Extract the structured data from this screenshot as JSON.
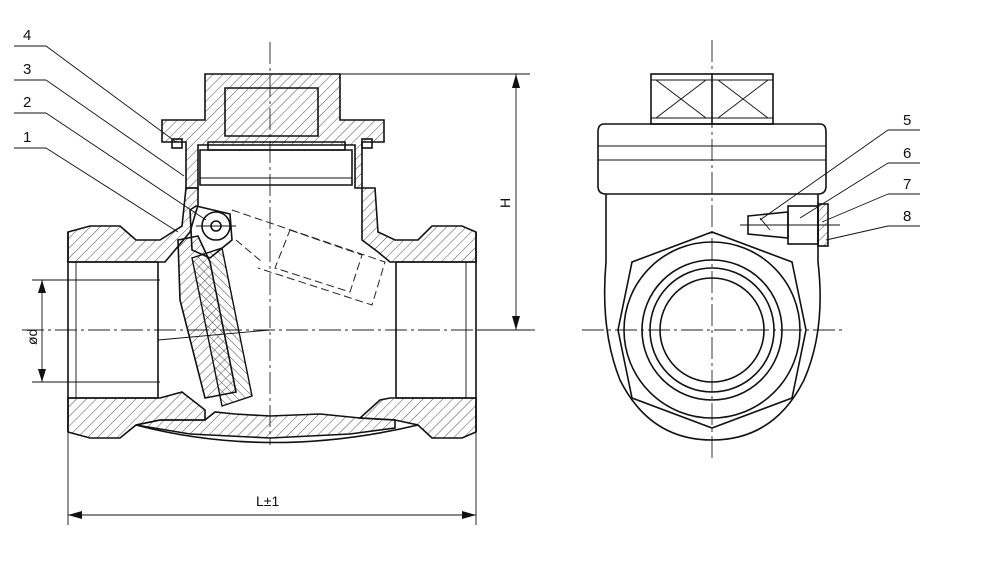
{
  "drawing": {
    "part_numbers": [
      "4",
      "3",
      "2",
      "1",
      "5",
      "6",
      "7",
      "8"
    ],
    "dimensions": {
      "height": "H",
      "diameter": "ød",
      "length": "L±1"
    }
  }
}
